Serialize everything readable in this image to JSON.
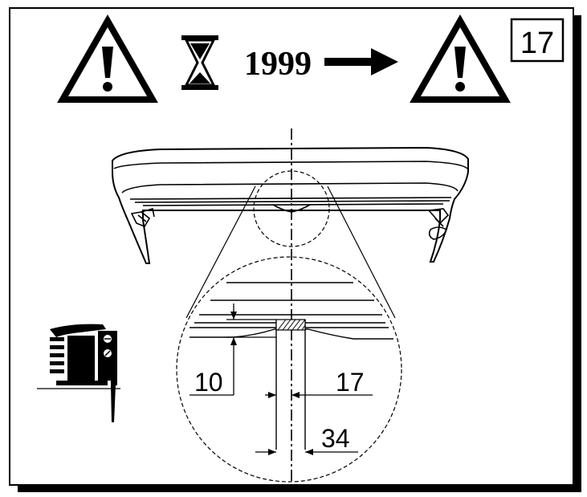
{
  "header": {
    "model_year": "1999",
    "step_number": "17"
  },
  "dimensions": {
    "height": "10",
    "half_width": "17",
    "full_width": "34"
  },
  "icons": {
    "warning_left": "warning-triangle-icon",
    "hourglass": "hourglass-icon",
    "arrow": "arrow-right-icon",
    "warning_right": "warning-triangle-icon",
    "tool": "jigsaw-icon"
  },
  "colors": {
    "ink": "#000000",
    "paper": "#ffffff"
  }
}
